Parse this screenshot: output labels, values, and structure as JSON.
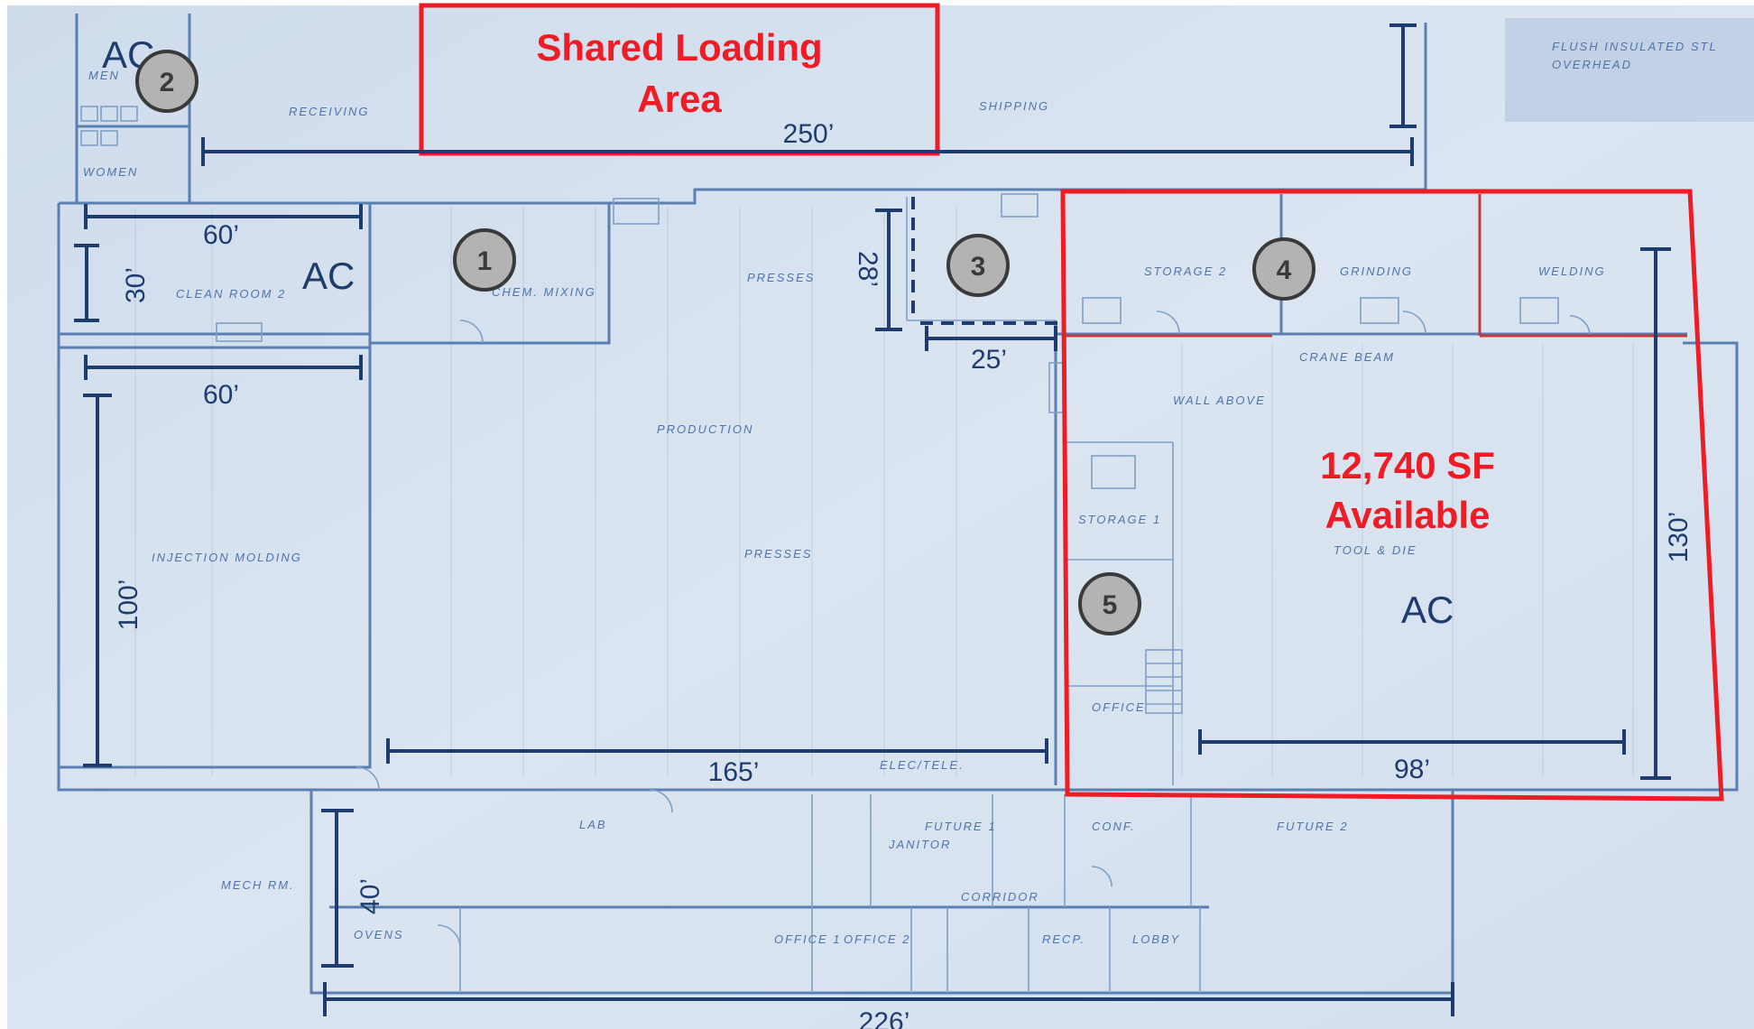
{
  "callouts": {
    "shared_loading_line1": "Shared Loading",
    "shared_loading_line2": "Area",
    "available_line1": "12,740 SF",
    "available_line2": "Available"
  },
  "markers": [
    "1",
    "2",
    "3",
    "4",
    "5"
  ],
  "ac_labels": [
    "AC",
    "AC",
    "AC"
  ],
  "dimensions": {
    "top_width": "250’",
    "clean_room_width_top": "60’",
    "clean_room_height": "30’",
    "clean_room_width_bottom": "60’",
    "injection_height": "100’",
    "room3_height": "28’",
    "room3_width": "25’",
    "available_height": "130’",
    "available_width": "98’",
    "production_width": "165’",
    "office_height": "40’",
    "total_width": "226’"
  },
  "room_labels": {
    "receiving": "RECEIVING",
    "shipping": "SHIPPING",
    "men": "MEN",
    "women": "WOMEN",
    "clean_room": "CLEAN ROOM 2",
    "chem_mixing": "CHEM. MIXING",
    "presses_top": "PRESSES",
    "production": "PRODUCTION",
    "presses_mid": "PRESSES",
    "injection_molding": "INJECTION MOLDING",
    "storage_2": "STORAGE 2",
    "grinding": "GRINDING",
    "welding": "WELDING",
    "crane_beam": "CRANE BEAM",
    "wall_above": "WALL ABOVE",
    "storage_1": "STORAGE 1",
    "tool_die": "TOOL & DIE",
    "office": "OFFICE",
    "lab": "LAB",
    "future_1": "FUTURE 1",
    "janitor": "JANITOR",
    "conf": "CONF.",
    "future_2": "FUTURE 2",
    "mech_rm": "MECH RM.",
    "ovens": "OVENS",
    "office_1": "OFFICE 1",
    "office_2": "OFFICE 2",
    "corridor": "CORRIDOR",
    "reception": "RECP.",
    "lobby": "LOBBY",
    "elec_tele": "ELEC/TELE.",
    "flush_note_line1": "FLUSH INSULATED STL",
    "flush_note_line2": "OVERHEAD"
  },
  "colors": {
    "highlight": "#ee1c25",
    "dimension": "#1f3c6e",
    "blueprint": "#d8e3f0"
  }
}
